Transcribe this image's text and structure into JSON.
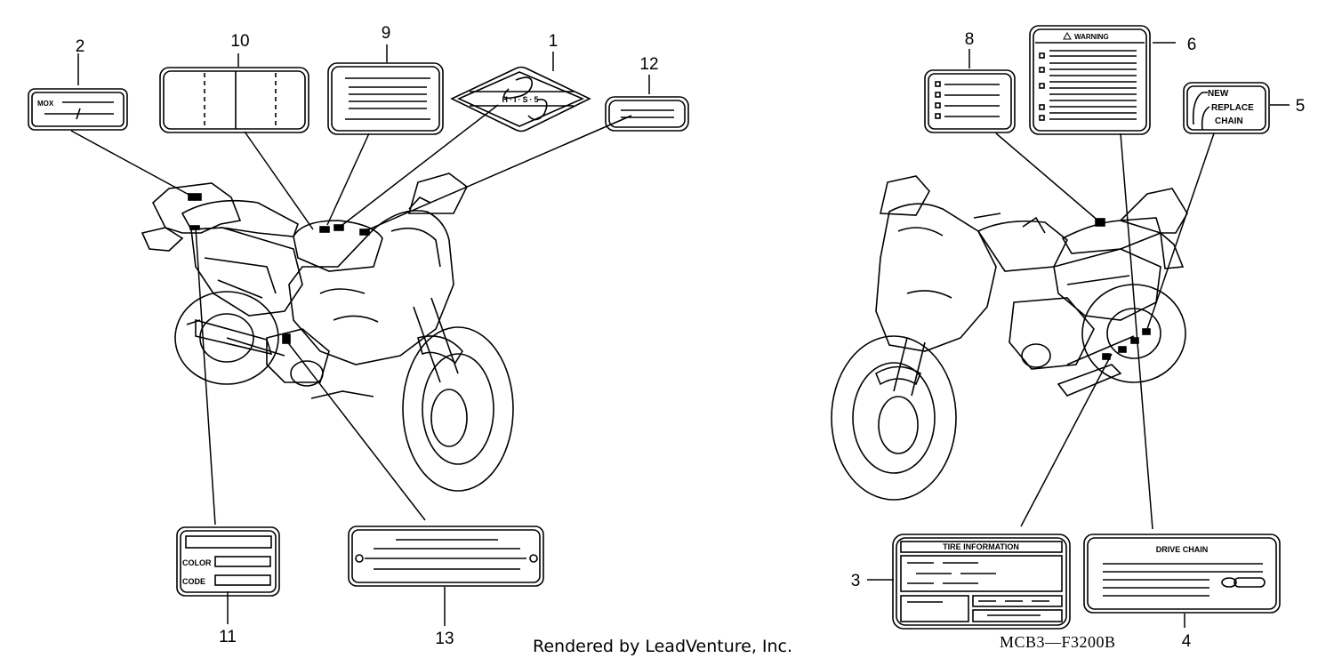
{
  "callouts": [
    "1",
    "2",
    "3",
    "4",
    "5",
    "6",
    "8",
    "9",
    "10",
    "11",
    "12",
    "13"
  ],
  "labels": {
    "l2_text": "MOX",
    "l1_text": "H·I·S·5",
    "l6_title": "WARNING",
    "l5_line1": "NEW",
    "l5_line2": "REPLACE",
    "l5_line3": "CHAIN",
    "l11_color": "COLOR",
    "l11_code": "CODE",
    "l3_title": "TIRE   INFORMATION",
    "l4_title": "DRIVE CHAIN"
  },
  "footer": {
    "credit": "Rendered by LeadVenture, Inc.",
    "code": "MCB3—F3200B"
  }
}
